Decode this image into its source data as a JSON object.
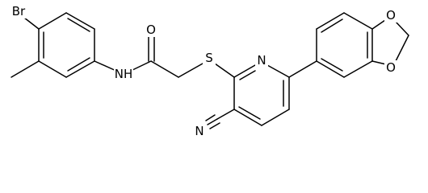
{
  "molecule": {
    "atom_labels": {
      "bromine": "Br",
      "amide_nitrogen_h": "NH",
      "carbonyl_oxygen": "O",
      "thioether_sulfur": "S",
      "pyridine_nitrogen": "N",
      "nitrile_nitrogen": "N",
      "dioxole_oxygen_top": "O",
      "dioxole_oxygen_bottom": "O"
    },
    "colors": {
      "bond": "#000000",
      "label": "#000000",
      "background": "#ffffff"
    }
  }
}
